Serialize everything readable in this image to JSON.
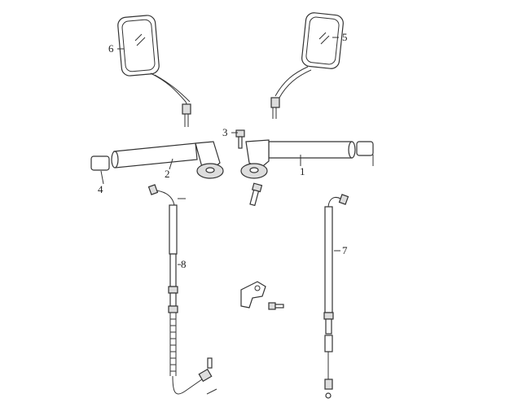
{
  "diagram": {
    "callouts": [
      {
        "id": "1",
        "part": "right-handlebar"
      },
      {
        "id": "2",
        "part": "left-handlebar"
      },
      {
        "id": "3",
        "part": "bolt"
      },
      {
        "id": "4",
        "part": "bar-end-left"
      },
      {
        "id": "5",
        "part": "right-mirror"
      },
      {
        "id": "6",
        "part": "left-mirror"
      },
      {
        "id": "7",
        "part": "cable-right"
      },
      {
        "id": "8",
        "part": "cable-left"
      }
    ]
  }
}
